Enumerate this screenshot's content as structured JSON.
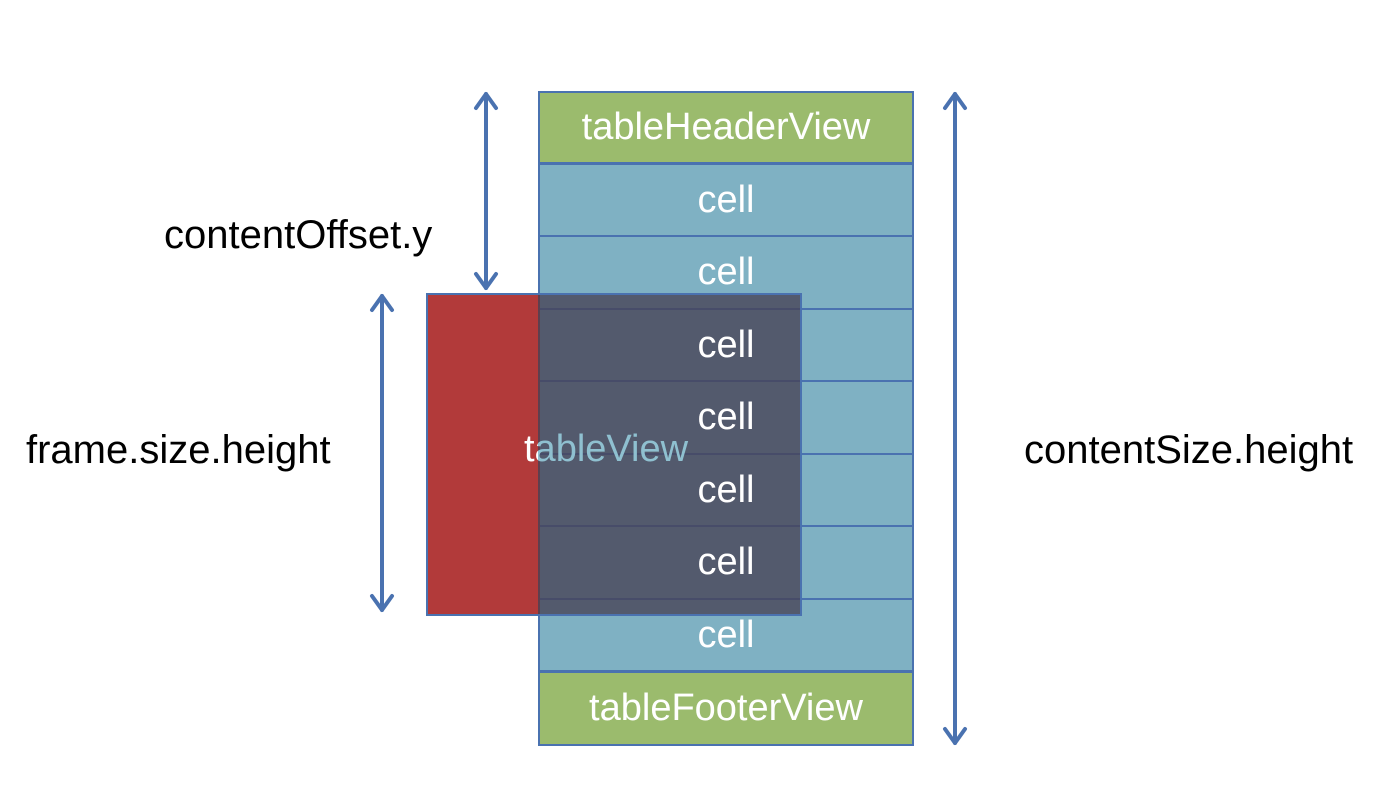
{
  "rows": {
    "header": "tableHeaderView",
    "cells": [
      "cell",
      "cell",
      "cell",
      "cell",
      "cell",
      "cell",
      "cell"
    ],
    "footer": "tableFooterView"
  },
  "table_view": {
    "label": "tableView"
  },
  "labels": {
    "content_offset": "contentOffset.y",
    "frame_height": "frame.size.height",
    "content_height": "contentSize.height"
  },
  "colors": {
    "header_footer": "#9bbb6d",
    "cell": "#7fb1c3",
    "table_view": "#b23a3a",
    "arrow": "#4a72b0"
  }
}
